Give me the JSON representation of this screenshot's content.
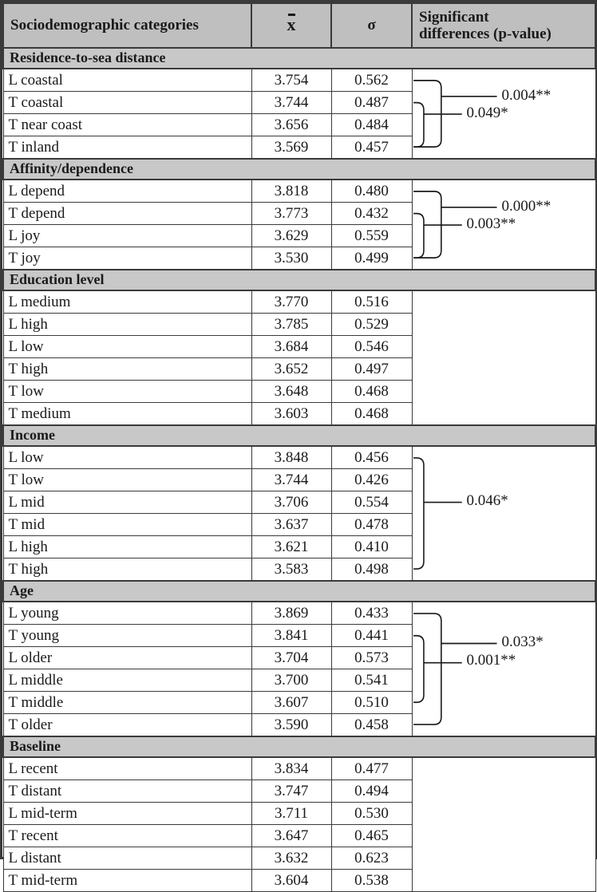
{
  "table": {
    "columns": [
      {
        "key": "category",
        "label": "Sociodemographic categories",
        "align": "left"
      },
      {
        "key": "mean",
        "label": "x̄",
        "align": "center"
      },
      {
        "key": "sd",
        "label": "σ",
        "align": "center"
      },
      {
        "key": "sig",
        "label": "Significant differences (p-value)",
        "align": "left"
      }
    ],
    "header": {
      "category": "Sociodemographic categories",
      "mean_symbol": "x",
      "sd_symbol": "σ",
      "sig_line1": "Significant",
      "sig_line2": "differences (p-value)"
    },
    "sections": [
      {
        "title": "Residence-to-sea distance",
        "rows": [
          {
            "category": "L coastal",
            "mean": "3.754",
            "sd": "0.562"
          },
          {
            "category": "T coastal",
            "mean": "3.744",
            "sd": "0.487"
          },
          {
            "category": "T near coast",
            "mean": "3.656",
            "sd": "0.484"
          },
          {
            "category": "T inland",
            "mean": "3.569",
            "sd": "0.457"
          }
        ],
        "brackets": [
          {
            "label": "0.004**",
            "from_row": 0,
            "to_row": 3,
            "depth": 1,
            "label_row": 1.22
          },
          {
            "label": "0.049*",
            "from_row": 1,
            "to_row": 3,
            "depth": 0,
            "label_row": 2.02
          }
        ]
      },
      {
        "title": "Affinity/dependence",
        "rows": [
          {
            "category": "L depend",
            "mean": "3.818",
            "sd": "0.480"
          },
          {
            "category": "T depend",
            "mean": "3.773",
            "sd": "0.432"
          },
          {
            "category": "L joy",
            "mean": "3.629",
            "sd": "0.559"
          },
          {
            "category": "T joy",
            "mean": "3.530",
            "sd": "0.499"
          }
        ],
        "brackets": [
          {
            "label": "0.000**",
            "from_row": 0,
            "to_row": 3,
            "depth": 1,
            "label_row": 1.22
          },
          {
            "label": "0.003**",
            "from_row": 1,
            "to_row": 3,
            "depth": 0,
            "label_row": 2.02
          }
        ]
      },
      {
        "title": "Education level",
        "rows": [
          {
            "category": "L medium",
            "mean": "3.770",
            "sd": "0.516"
          },
          {
            "category": "L high",
            "mean": "3.785",
            "sd": "0.529"
          },
          {
            "category": "L low",
            "mean": "3.684",
            "sd": "0.546"
          },
          {
            "category": "T high",
            "mean": "3.652",
            "sd": "0.497"
          },
          {
            "category": "T low",
            "mean": "3.648",
            "sd": "0.468"
          },
          {
            "category": "T medium",
            "mean": "3.603",
            "sd": "0.468"
          }
        ],
        "brackets": []
      },
      {
        "title": "Income",
        "rows": [
          {
            "category": "L low",
            "mean": "3.848",
            "sd": "0.456"
          },
          {
            "category": "T low",
            "mean": "3.744",
            "sd": "0.426"
          },
          {
            "category": "L mid",
            "mean": "3.706",
            "sd": "0.554"
          },
          {
            "category": "T mid",
            "mean": "3.637",
            "sd": "0.478"
          },
          {
            "category": "L high",
            "mean": "3.621",
            "sd": "0.410"
          },
          {
            "category": "T high",
            "mean": "3.583",
            "sd": "0.498"
          }
        ],
        "brackets": [
          {
            "label": "0.046*",
            "from_row": 0,
            "to_row": 5,
            "depth": 0,
            "label_row": 2.5
          }
        ]
      },
      {
        "title": "Age",
        "rows": [
          {
            "category": "L young",
            "mean": "3.869",
            "sd": "0.433"
          },
          {
            "category": "T young",
            "mean": "3.841",
            "sd": "0.441"
          },
          {
            "category": "L older",
            "mean": "3.704",
            "sd": "0.573"
          },
          {
            "category": "L middle",
            "mean": "3.700",
            "sd": "0.541"
          },
          {
            "category": "T middle",
            "mean": "3.607",
            "sd": "0.510"
          },
          {
            "category": "T older",
            "mean": "3.590",
            "sd": "0.458"
          }
        ],
        "brackets": [
          {
            "label": "0.033*",
            "from_row": 0,
            "to_row": 5,
            "depth": 1,
            "label_row": 1.85
          },
          {
            "label": "0.001**",
            "from_row": 1,
            "to_row": 4,
            "depth": 0,
            "label_row": 2.72
          }
        ]
      },
      {
        "title": "Baseline",
        "rows": [
          {
            "category": "L recent",
            "mean": "3.834",
            "sd": "0.477"
          },
          {
            "category": "T distant",
            "mean": "3.747",
            "sd": "0.494"
          },
          {
            "category": "L mid-term",
            "mean": "3.711",
            "sd": "0.530"
          },
          {
            "category": "T recent",
            "mean": "3.647",
            "sd": "0.465"
          },
          {
            "category": "L distant",
            "mean": "3.632",
            "sd": "0.623"
          },
          {
            "category": "T mid-term",
            "mean": "3.604",
            "sd": "0.538"
          }
        ],
        "brackets": []
      }
    ]
  },
  "style": {
    "header_bg": "#bfbfbf",
    "section_bg": "#c8c8c8",
    "border": "#3a3a3a",
    "text": "#1a1a1a"
  }
}
